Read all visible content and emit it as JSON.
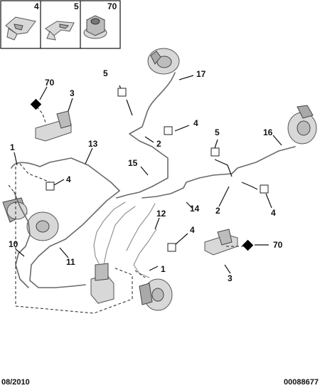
{
  "thumbnails": [
    {
      "ref": "4",
      "icon": "clip-icon"
    },
    {
      "ref": "5",
      "icon": "spring-clip-icon"
    },
    {
      "ref": "70",
      "icon": "flange-nut-icon"
    }
  ],
  "callouts": {
    "c70a": "70",
    "c3a": "3",
    "c1a": "1",
    "c13": "13",
    "c4a": "4",
    "c10": "10",
    "c11": "11",
    "c5a": "5",
    "c17": "17",
    "c4b": "4",
    "c2a": "2",
    "c15": "15",
    "c5b": "5",
    "c16": "16",
    "c2b": "2",
    "c14": "14",
    "c4c": "4",
    "c12": "12",
    "c4d": "4",
    "c70b": "70",
    "c1b": "1",
    "c3b": "3"
  },
  "footer": {
    "date": "08/2010",
    "reference": "00088677"
  }
}
